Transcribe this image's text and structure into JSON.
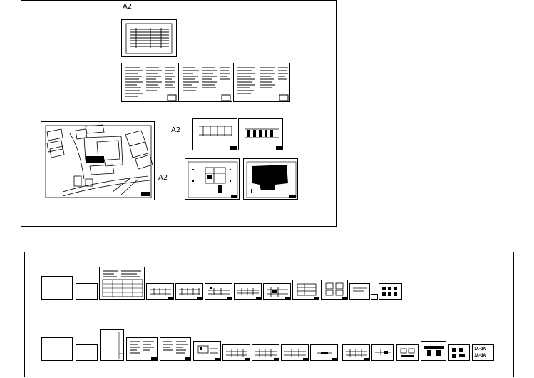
{
  "upper_layout": {
    "labels": [
      "A2",
      "A2",
      "A2"
    ]
  },
  "lower_layout": {
    "row2_labels": [
      "1A-1A",
      "1A-1A"
    ]
  }
}
